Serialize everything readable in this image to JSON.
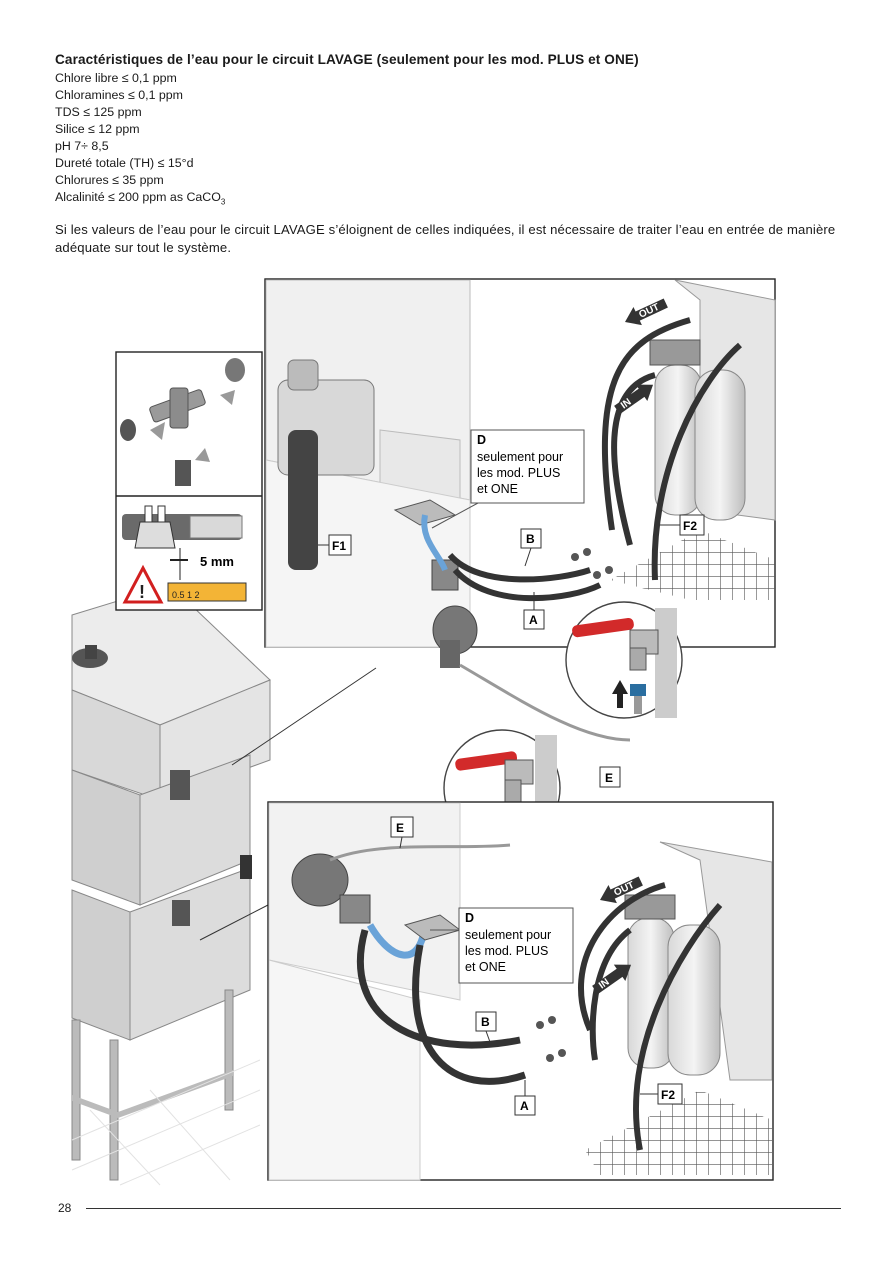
{
  "heading": "Caractéristiques de l’eau pour le circuit LAVAGE (seulement pour les mod. PLUS et ONE)",
  "specs": [
    "Chlore libre ≤ 0,1 ppm",
    "Chloramines ≤ 0,1 ppm",
    "TDS ≤ 125 ppm",
    "Silice ≤ 12 ppm",
    "pH 7÷ 8,5",
    "Dureté totale (TH) ≤ 15°d",
    "Chlorures ≤ 35 ppm",
    "Alcalinité ≤ 200 ppm as CaCO"
  ],
  "alk_sub": "3",
  "paragraph": "Si les valeurs de l’eau pour le circuit LAVAGE s’éloignent de celles indiquées, il est nécessaire de traiter l’eau en entrée de manière adéquate sur tout le système.",
  "figure": {
    "measure": "5 mm",
    "ruler": "0.5  1       2",
    "D": "D",
    "note_lines": [
      "seulement pour",
      "les mod. PLUS",
      "et ONE"
    ],
    "F1": "F1",
    "F2": "F2",
    "A": "A",
    "B": "B",
    "E": "E",
    "out": "OUT",
    "in": "IN"
  },
  "page_number": "28"
}
